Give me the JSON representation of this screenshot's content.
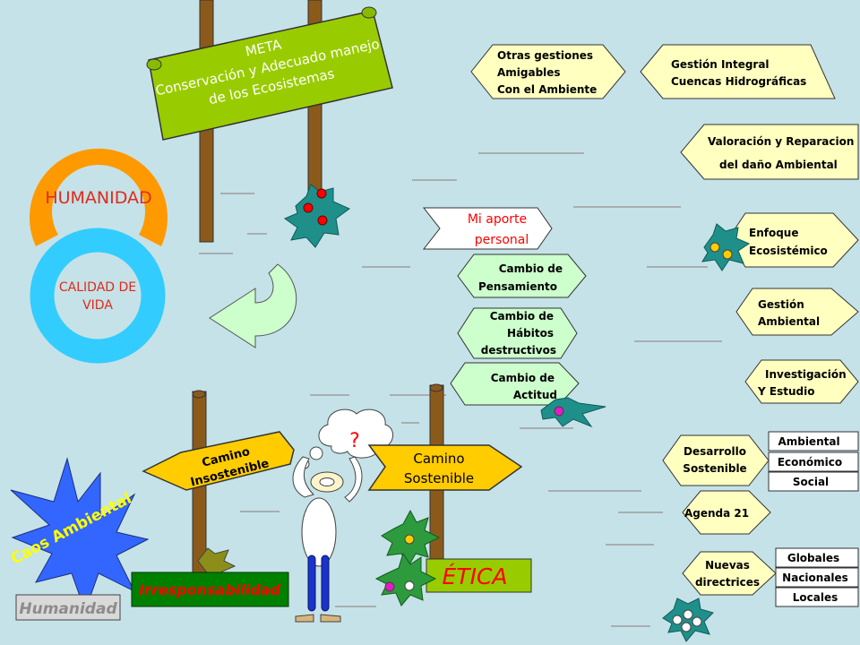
{
  "goal_banner": {
    "heading": "META",
    "line1": "Conservación y Adecuado manejo",
    "line2": "de los Ecosistemas"
  },
  "rings": {
    "outer_label": "HUMANIDAD",
    "inner_line1": "CALIDAD DE",
    "inner_line2": "VIDA"
  },
  "signpost_left": {
    "line1": "Camino",
    "line2": "Insostenible",
    "base_label": "Irresponsabilidad"
  },
  "signpost_right": {
    "line1": "Camino",
    "line2": "Sostenible",
    "base_label": "ÉTICA"
  },
  "thought_bubble": {
    "symbol": "?"
  },
  "chaos": {
    "burst_label": "Caos Ambiental",
    "box_label": "Humanidad"
  },
  "personal_arrows": [
    {
      "lines": [
        "Mi aporte",
        "personal"
      ]
    },
    {
      "lines": [
        "Cambio de",
        "Pensamiento"
      ]
    },
    {
      "lines": [
        "Cambio de",
        "Hábitos",
        "destructivos"
      ]
    },
    {
      "lines": [
        "Cambio de",
        "Actitud"
      ]
    }
  ],
  "right_arrows": [
    {
      "lines": [
        "Otras gestiones",
        "Amigables",
        "Con el Ambiente"
      ]
    },
    {
      "lines": [
        "Gestión Integral",
        "Cuencas Hidrográficas"
      ]
    },
    {
      "lines": [
        "Valoración y Reparacion",
        "del daño Ambiental"
      ]
    },
    {
      "lines": [
        "Enfoque",
        "Ecosistémico"
      ]
    },
    {
      "lines": [
        "Gestión",
        "Ambiental"
      ]
    },
    {
      "lines": [
        "Investigación",
        "Y Estudio"
      ]
    },
    {
      "lines": [
        "Desarrollo",
        "Sostenible"
      ]
    },
    {
      "lines": [
        "Agenda 21"
      ]
    },
    {
      "lines": [
        "Nuevas",
        "directrices"
      ]
    }
  ],
  "development_dims": [
    "Ambiental",
    "Económico",
    "Social"
  ],
  "directive_scopes": [
    "Globales",
    "Nacionales",
    "Locales"
  ],
  "colors": {
    "background": "#c5e2e8",
    "banner_green": "#99cc00",
    "pole_brown": "#8b5a1a",
    "ring_orange": "#ff9900",
    "ring_cyan": "#33ccff",
    "sign_yellow": "#ffcc00",
    "arrow_light_yellow": "#ffffc0",
    "arrow_mint": "#ccffcc",
    "star_teal": "#1f8f8a",
    "burst_blue": "#3366ff",
    "label_red": "#ff0000",
    "irresp_green": "#008000"
  }
}
